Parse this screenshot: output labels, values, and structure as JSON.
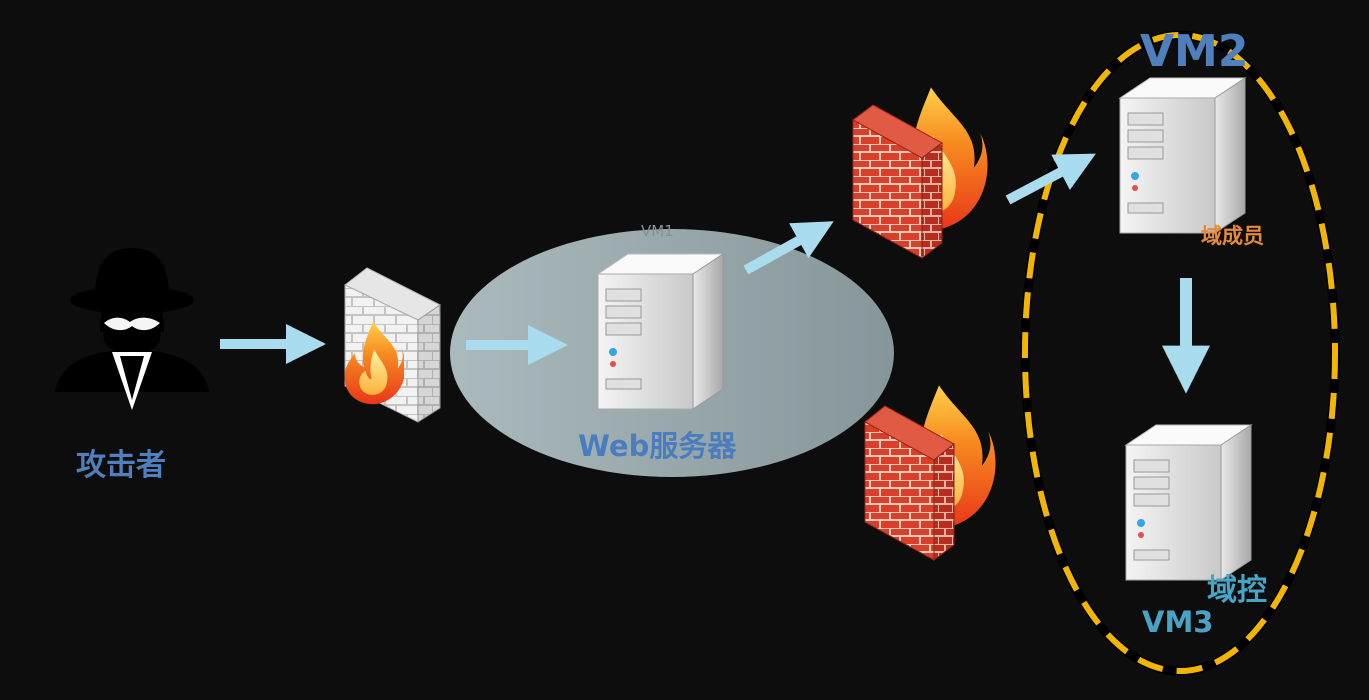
{
  "labels": {
    "attacker": "攻击者",
    "vm1": "VM1",
    "web_server": "Web服务器",
    "vm2": "VM2",
    "domain_member": "域成员",
    "domain_controller": "域控",
    "vm3": "VM3"
  },
  "colors": {
    "background": "#0d0d0d",
    "label_blue": "#4f7fbd",
    "label_orange": "#e58a3a",
    "label_cyan": "#46a6c8",
    "arrow": "#a9dcee",
    "dashed_border_yellow": "#f2b600",
    "vm1_zone": "#9fb1b4"
  },
  "icons": [
    "hacker-icon",
    "firewall-icon",
    "server-icon"
  ]
}
